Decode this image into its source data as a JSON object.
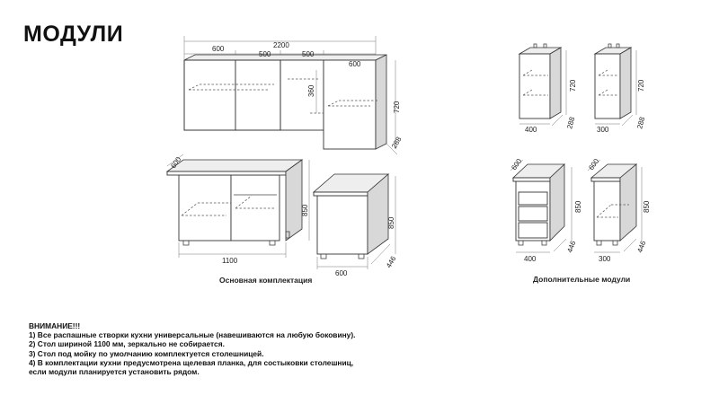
{
  "title": "МОДУЛИ",
  "captions": {
    "main": "Основная комплектация",
    "extra": "Дополнительные модули"
  },
  "dimensions": {
    "upper_total": "2200",
    "upper_600_left": "600",
    "upper_500_a": "500",
    "upper_500_b": "500",
    "upper_600_right": "600",
    "upper_height": "720",
    "upper_depth": "288",
    "upper_niche": "360",
    "sink_depth": "600",
    "sink_height": "850",
    "sink_width": "1100",
    "single_height": "850",
    "single_width": "600",
    "single_depth": "446",
    "wall400_height": "720",
    "wall400_width": "400",
    "wall400_depth": "288",
    "wall300_height": "720",
    "wall300_width": "300",
    "wall300_depth": "288",
    "drawer_depth": "600",
    "drawer_height": "850",
    "drawer_width": "400",
    "drawer_deep": "446",
    "narrow_depth": "600",
    "narrow_height": "850",
    "narrow_width": "300",
    "narrow_deep": "446"
  },
  "notes": [
    "ВНИМАНИЕ!!!",
    "1) Все распашные створки кухни универсальные (навешиваются на любую боковину).",
    "2) Стол шириной 1100 мм, зеркально не собирается.",
    "3) Стол под мойку по умолчанию комплектуется столешницей.",
    "4) В комплектации кухни предусмотрена щелевая планка, для состыковки столешниц,",
    "если модули планируется установить рядом."
  ]
}
